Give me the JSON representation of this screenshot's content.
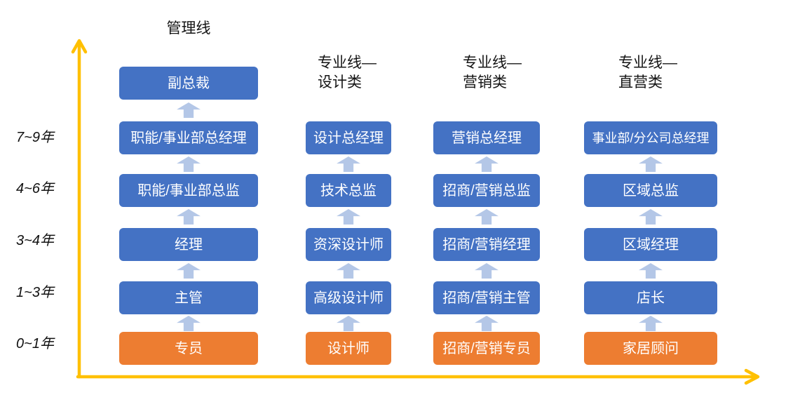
{
  "headers": {
    "management": "管理线",
    "design": {
      "line1": "专业线—",
      "line2": "设计类"
    },
    "marketing": {
      "line1": "专业线—",
      "line2": "营销类"
    },
    "direct": {
      "line1": "专业线—",
      "line2": "直营类"
    }
  },
  "y_axis": {
    "labels": [
      "7~9年",
      "4~6年",
      "3~4年",
      "1~3年",
      "0~1年"
    ]
  },
  "columns": [
    {
      "name": "管理线",
      "boxes": [
        {
          "label": "副总裁",
          "color": "blue"
        },
        {
          "label": "职能/事业部总经理",
          "color": "blue"
        },
        {
          "label": "职能/事业部总监",
          "color": "blue"
        },
        {
          "label": "经理",
          "color": "blue"
        },
        {
          "label": "主管",
          "color": "blue"
        },
        {
          "label": "专员",
          "color": "orange"
        }
      ]
    },
    {
      "name": "专业线—设计类",
      "boxes": [
        {
          "label": "设计总经理",
          "color": "blue"
        },
        {
          "label": "技术总监",
          "color": "blue"
        },
        {
          "label": "资深设计师",
          "color": "blue"
        },
        {
          "label": "高级设计师",
          "color": "blue"
        },
        {
          "label": "设计师",
          "color": "orange"
        }
      ]
    },
    {
      "name": "专业线—营销类",
      "boxes": [
        {
          "label": "营销总经理",
          "color": "blue"
        },
        {
          "label": "招商/营销总监",
          "color": "blue"
        },
        {
          "label": "招商/营销经理",
          "color": "blue"
        },
        {
          "label": "招商/营销主管",
          "color": "blue"
        },
        {
          "label": "招商/营销专员",
          "color": "orange"
        }
      ]
    },
    {
      "name": "专业线—直营类",
      "boxes": [
        {
          "label": "事业部/分公司总经理",
          "color": "blue"
        },
        {
          "label": "区域总监",
          "color": "blue"
        },
        {
          "label": "区域经理",
          "color": "blue"
        },
        {
          "label": "店长",
          "color": "blue"
        },
        {
          "label": "家居顾问",
          "color": "orange"
        }
      ]
    }
  ],
  "colors": {
    "box_blue": "#4472C4",
    "box_orange": "#ED7D31",
    "promotion_arrow": "#B4C7E7",
    "axis_yellow": "#FFC000",
    "box_text": "#FFFFFF"
  }
}
